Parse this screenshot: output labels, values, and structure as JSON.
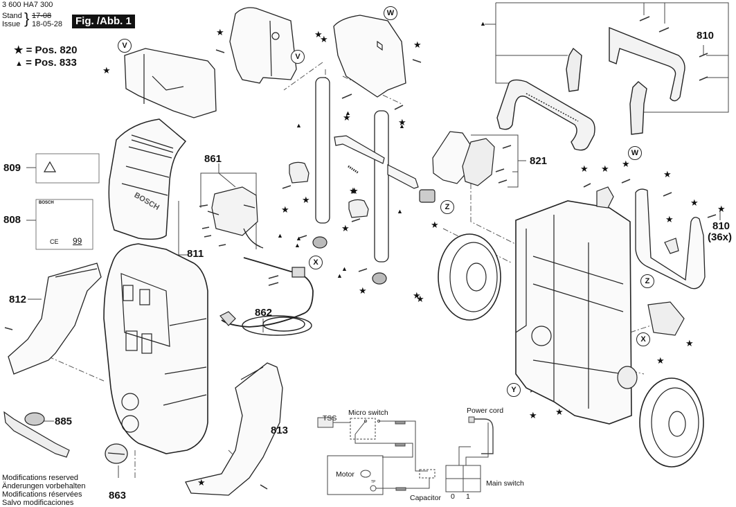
{
  "header": {
    "part_number": "3 600 HA7 300",
    "stand_label": "Stand",
    "issue_label": "Issue",
    "stand_value_old": "17-08",
    "issue_value": "18-05-28",
    "figure_label": "Fig. /Abb. 1"
  },
  "legend": {
    "star": {
      "symbol": "★",
      "text": "= Pos. 820"
    },
    "triangle": {
      "symbol": "▲",
      "text": "= Pos. 833"
    }
  },
  "positions": {
    "p809": "809",
    "p808": "808",
    "p861": "861",
    "p811": "811",
    "p812": "812",
    "p862": "862",
    "p885": "885",
    "p813": "813",
    "p863": "863",
    "p821": "821",
    "p810_top": "810",
    "p810_right": "810",
    "p810_right_qty": "(36x)"
  },
  "callouts": {
    "v1": "V",
    "v2": "V",
    "w1": "W",
    "w2": "W",
    "x1": "X",
    "x2": "X",
    "y1": "Y",
    "z1": "Z",
    "z2": "Z"
  },
  "labels_sticker": {
    "brand": "BOSCH",
    "weee_ce": "CE",
    "noise_value": "99"
  },
  "housing_brand": "BOSCH",
  "footer_notes": [
    "Modifications reserved",
    "Änderungen vorbehalten",
    "Modifications réservées",
    "Salvo modificaciones"
  ],
  "schematic": {
    "tss": "TSS",
    "micro_switch": "Micro switch",
    "power_cord": "Power cord",
    "motor": "Motor",
    "tp": "TP",
    "capacitor": "Capacitor",
    "main_switch": "Main switch",
    "pos0": "0",
    "pos1": "1"
  }
}
